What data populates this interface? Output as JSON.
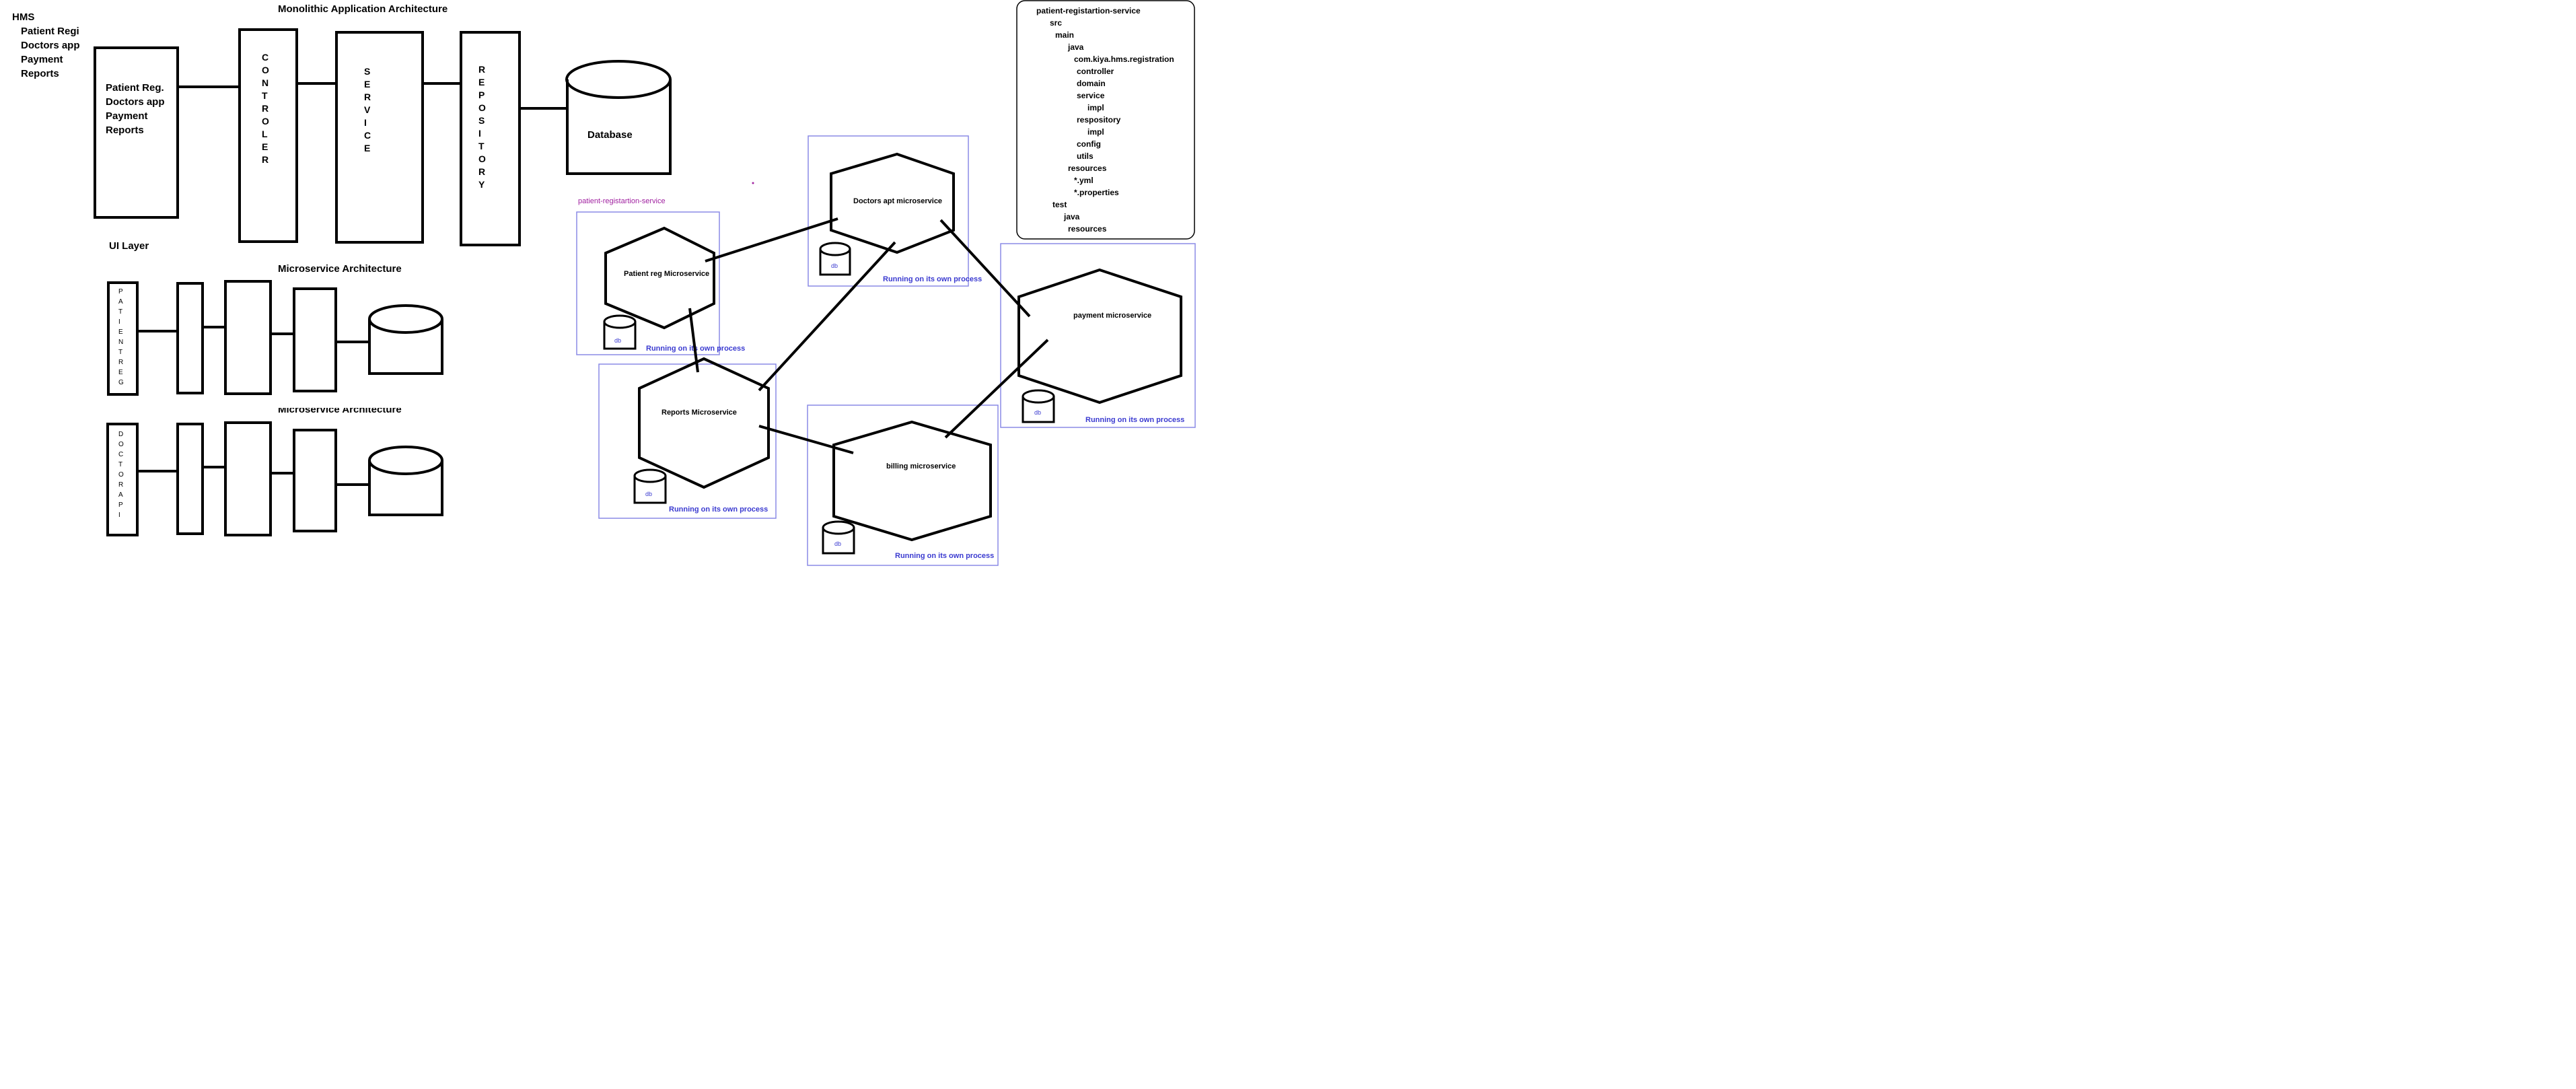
{
  "sidebar": {
    "title": "HMS",
    "items": [
      "Patient Regi",
      "Doctors app",
      "Payment",
      "Reports"
    ]
  },
  "monolithic": {
    "title": "Monolithic Application Architecture",
    "ui_box_lines": [
      "Patient Reg.",
      "Doctors app",
      "Payment",
      "Reports"
    ],
    "controller": "CONTROLER",
    "service": "SERVICE",
    "repository": "REPOSITORY",
    "database": "Database",
    "ui_layer": "UI Layer"
  },
  "microservice_arch": {
    "title": "Microservice Architecture",
    "row1_label": "PATIENTREG",
    "row2_label": "DOCTORAPI",
    "ghost_title": "Microservice Architecture"
  },
  "services": {
    "patient": {
      "caption": "patient-registartion-service",
      "name": "Patient reg  Microservice",
      "db": "db",
      "process": "Running on its own process"
    },
    "doctors": {
      "name": "Doctors apt  microservice",
      "db": "db",
      "process": "Running on its own process"
    },
    "reports": {
      "name": "Reports Microservice",
      "db": "db",
      "process": "Running on its own process"
    },
    "billing": {
      "name": "billing  microservice",
      "db": "db",
      "process": "Running on its own process"
    },
    "payment": {
      "name": "payment  microservice",
      "db": "db",
      "process": "Running on its own process"
    }
  },
  "tree": {
    "lines": [
      {
        "text": "patient-registartion-service",
        "level": 0
      },
      {
        "text": "src",
        "level": 1
      },
      {
        "text": "main",
        "level": 2
      },
      {
        "text": "java",
        "level": 3
      },
      {
        "text": "com.kiya.hms.registration",
        "level": 4
      },
      {
        "text": "controller",
        "level": 5
      },
      {
        "text": "domain",
        "level": 5
      },
      {
        "text": "service",
        "level": 5
      },
      {
        "text": "impl",
        "level": 6
      },
      {
        "text": "respository",
        "level": 5
      },
      {
        "text": "impl",
        "level": 6
      },
      {
        "text": "config",
        "level": 5
      },
      {
        "text": "utils",
        "level": 5
      },
      {
        "text": "resources",
        "level": 3
      },
      {
        "text": "*.yml",
        "level": 4
      },
      {
        "text": "*.properties",
        "level": 4
      },
      {
        "text": "test",
        "level": 2
      },
      {
        "text": "java",
        "level": 3
      },
      {
        "text": "resources",
        "level": 3
      }
    ]
  },
  "colors": {
    "stroke": "#000000",
    "process_box": "#8a8ae6",
    "process_text": "#3a3ad0",
    "caption": "#a020a0"
  }
}
